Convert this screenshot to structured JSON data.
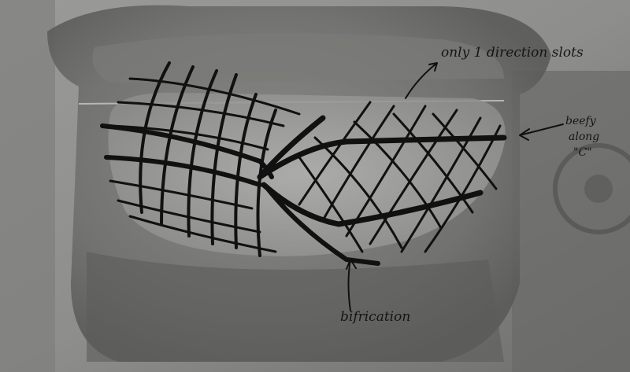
{
  "annotations": {
    "top": "only 1 direction slots",
    "right_line1": "beefy",
    "right_line2": "along",
    "right_line3": "\"C\"",
    "bottom": "bifrication"
  },
  "colors": {
    "paper_light": "#a9a9a7",
    "paper_dark": "#5e5e5c",
    "ink": "#101010"
  }
}
